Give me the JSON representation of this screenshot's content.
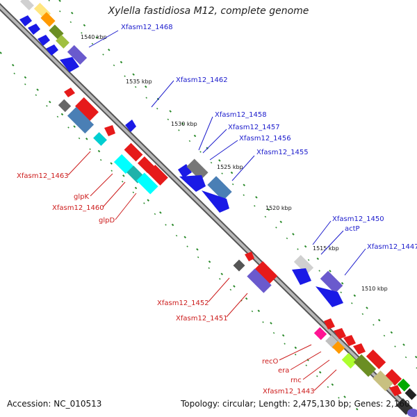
{
  "title": "Xylella fastidiosa M12, complete genome",
  "footer": {
    "accession": "Accession: NC_010513",
    "topology": "Topology: circular; Length: 2,475,130 bp; Genes: 2,160"
  },
  "scale_labels": [
    "1540 kbp",
    "1535 kbp",
    "1530 kbp",
    "1525 kbp",
    "1520 kbp",
    "1515 kbp",
    "1510 kbp"
  ],
  "gene_labels": {
    "blue": [
      "Xfasm12_1468",
      "Xfasm12_1462",
      "Xfasm12_1458",
      "Xfasm12_1457",
      "Xfasm12_1456",
      "Xfasm12_1455",
      "Xfasm12_1450",
      "actP",
      "Xfasm12_1447"
    ],
    "red": [
      "Xfasm12_1463",
      "glpK",
      "Xfasm12_1460",
      "glpD",
      "Xfasm12_1452",
      "Xfasm12_1451",
      "recO",
      "era",
      "rnc",
      "Xfasm12_1443"
    ]
  },
  "colors": {
    "backbone": "#8a8a8a",
    "tick": "#2a8a2a",
    "blue_label": "#1a1acc",
    "red_label": "#cc1a1a"
  }
}
